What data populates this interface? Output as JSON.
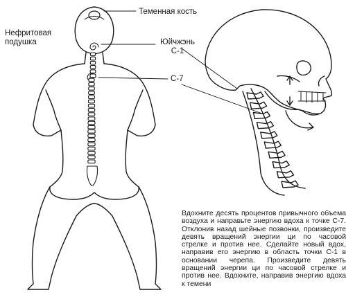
{
  "labels": {
    "crown_bone": "Теменная кость",
    "jade_pillow": "Нефритовая подушка",
    "c1_name": "Юйчжэнь",
    "c1": "С-1",
    "c7": "С-7"
  },
  "caption": "Вдохните десять процентов привычного объема воздуха и направьте энергию вдоха к точке С-7. Отклонив назад шейные позвонки, произведите девять вращений энергии ци по часовой стрелке и против нее. Сделайте новый вдох, направив его энергию в область точки С-1 в основании черепа. Произведите девять вращений энергии ци по часовой стрелке и против нее. Вдохните, направив энергию вдоха к темени",
  "colors": {
    "ink": "#1a1a1a",
    "background": "#ffffff"
  },
  "icons": [
    "back-figure-illustration",
    "skull-profile-illustration",
    "spiral-icon",
    "rotation-arrow-icon"
  ]
}
